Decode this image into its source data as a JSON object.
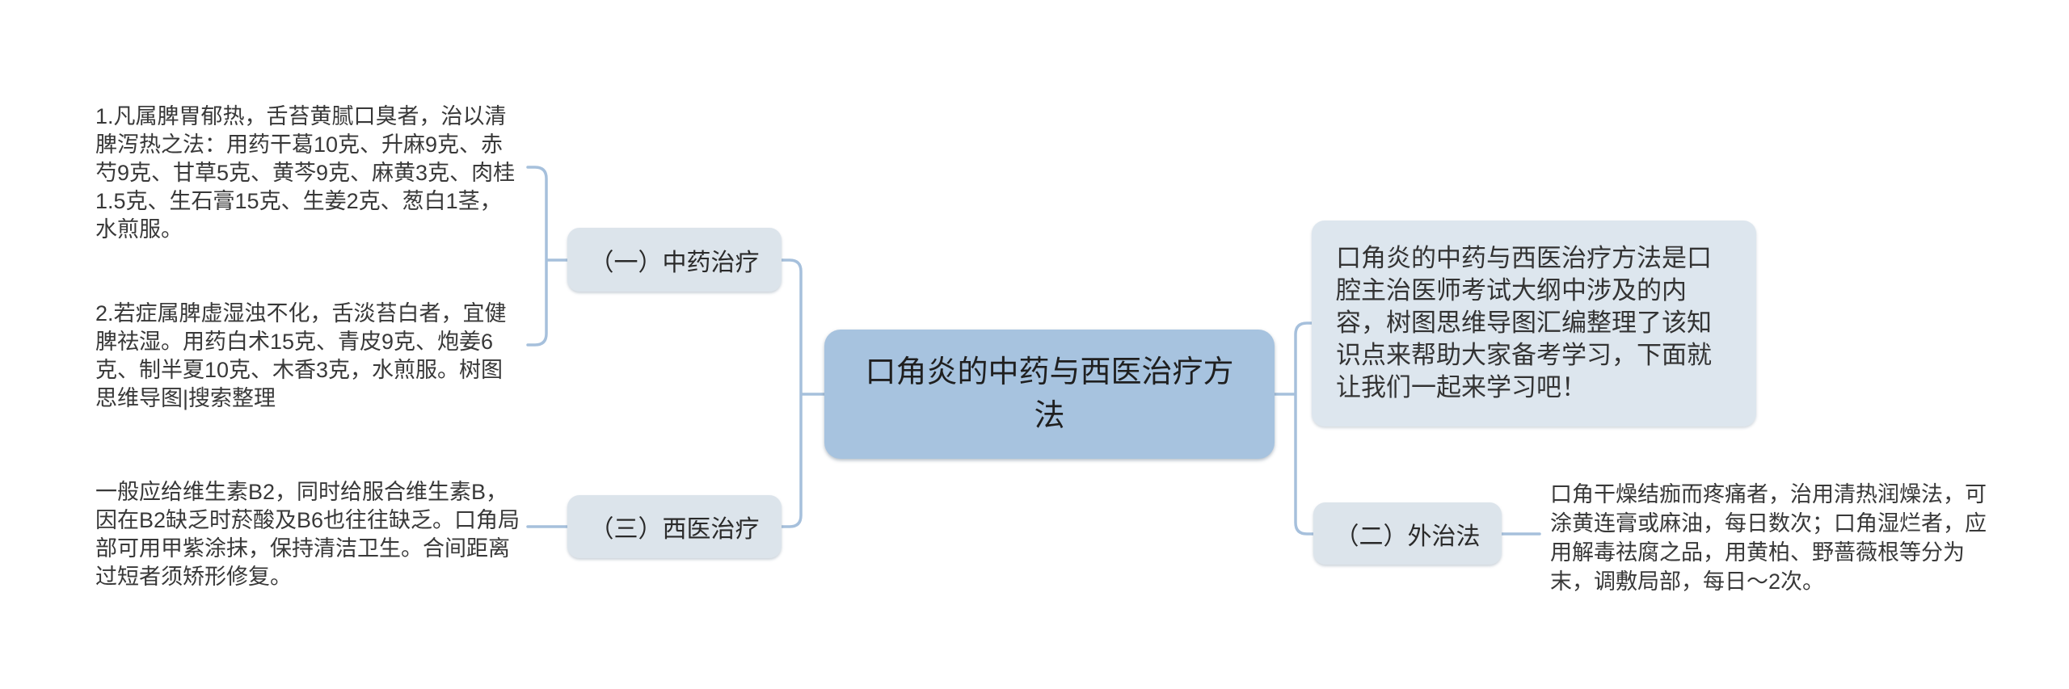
{
  "diagram": {
    "central_topic": "口角炎的中药与西医治疗方法",
    "intro_note": "口角炎的中药与西医治疗方法是口腔主治医师考试大纲中涉及的内容，树图思维导图汇编整理了该知识点来帮助大家备考学习，下面就让我们一起来学习吧！",
    "branches": {
      "tcm": {
        "label": "（一）中药治疗",
        "notes": [
          "1.凡属脾胃郁热，舌苔黄腻口臭者，治以清脾泻热之法：用药干葛10克、升麻9克、赤芍9克、甘草5克、黄芩9克、麻黄3克、肉桂1.5克、生石膏15克、生姜2克、葱白1茎，水煎服。",
          "2.若症属脾虚湿浊不化，舌淡苔白者，宜健脾祛湿。用药白术15克、青皮9克、炮姜6克、制半夏10克、木香3克，水煎服。树图思维导图|搜索整理"
        ]
      },
      "external": {
        "label": "（二）外治法",
        "note": "口角干燥结痂而疼痛者，治用清热润燥法，可涂黄连膏或麻油，每日数次；口角湿烂者，应用解毒祛腐之品，用黄柏、野蔷薇根等分为末，调敷局部，每日～2次。"
      },
      "western": {
        "label": "（三）西医治疗",
        "note": "一般应给维生素B2，同时给服合维生素B，因在B2缺乏时菸酸及B6也往往缺乏。口角局部可用甲紫涂抹，保持清洁卫生。合间距离过短者须矫形修复。"
      }
    },
    "colors": {
      "central_fill": "#a7c3df",
      "branch_fill": "#dce4eb",
      "intro_fill": "#dde6ee",
      "connector": "#a6c0dc",
      "text": "#333333"
    }
  }
}
